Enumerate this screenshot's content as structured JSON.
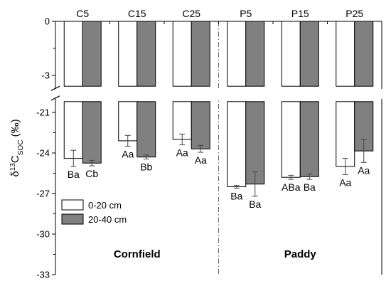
{
  "chart_data": {
    "type": "bar",
    "ylabel_main": "δ",
    "ylabel_sup": "13",
    "ylabel_mid": "C",
    "ylabel_sub": "SOC",
    "ylabel_unit": "(‰)",
    "y_axis_break": {
      "lower": -3.6,
      "upper": -20.2
    },
    "ylim": [
      -33,
      0
    ],
    "yticks": [
      "0",
      "-3",
      "-21",
      "-24",
      "-27",
      "-30",
      "-33"
    ],
    "categories": [
      "C5",
      "C15",
      "C25",
      "P5",
      "P15",
      "P25"
    ],
    "groups": [
      {
        "label": "Cornfield",
        "categories": [
          "C5",
          "C15",
          "C25"
        ]
      },
      {
        "label": "Paddy",
        "categories": [
          "P5",
          "P15",
          "P25"
        ]
      }
    ],
    "series": [
      {
        "name": "0-20 cm",
        "color": "#ffffff",
        "values": [
          -24.4,
          -23.1,
          -23.0,
          -26.5,
          -25.8,
          -25.0
        ],
        "errors": [
          0.6,
          0.4,
          0.4,
          0.1,
          0.15,
          0.6
        ],
        "letters": [
          "Ba",
          "Aa",
          "Aa",
          "Ba",
          "ABa",
          "Aa"
        ]
      },
      {
        "name": "20-40 cm",
        "color": "#808080",
        "values": [
          -24.75,
          -24.3,
          -23.7,
          -26.3,
          -25.75,
          -23.85
        ],
        "errors": [
          0.2,
          0.15,
          0.25,
          0.9,
          0.2,
          0.85
        ],
        "letters": [
          "Cb",
          "Bb",
          "Aa",
          "Ba",
          "Ba",
          "Aa"
        ]
      }
    ]
  }
}
